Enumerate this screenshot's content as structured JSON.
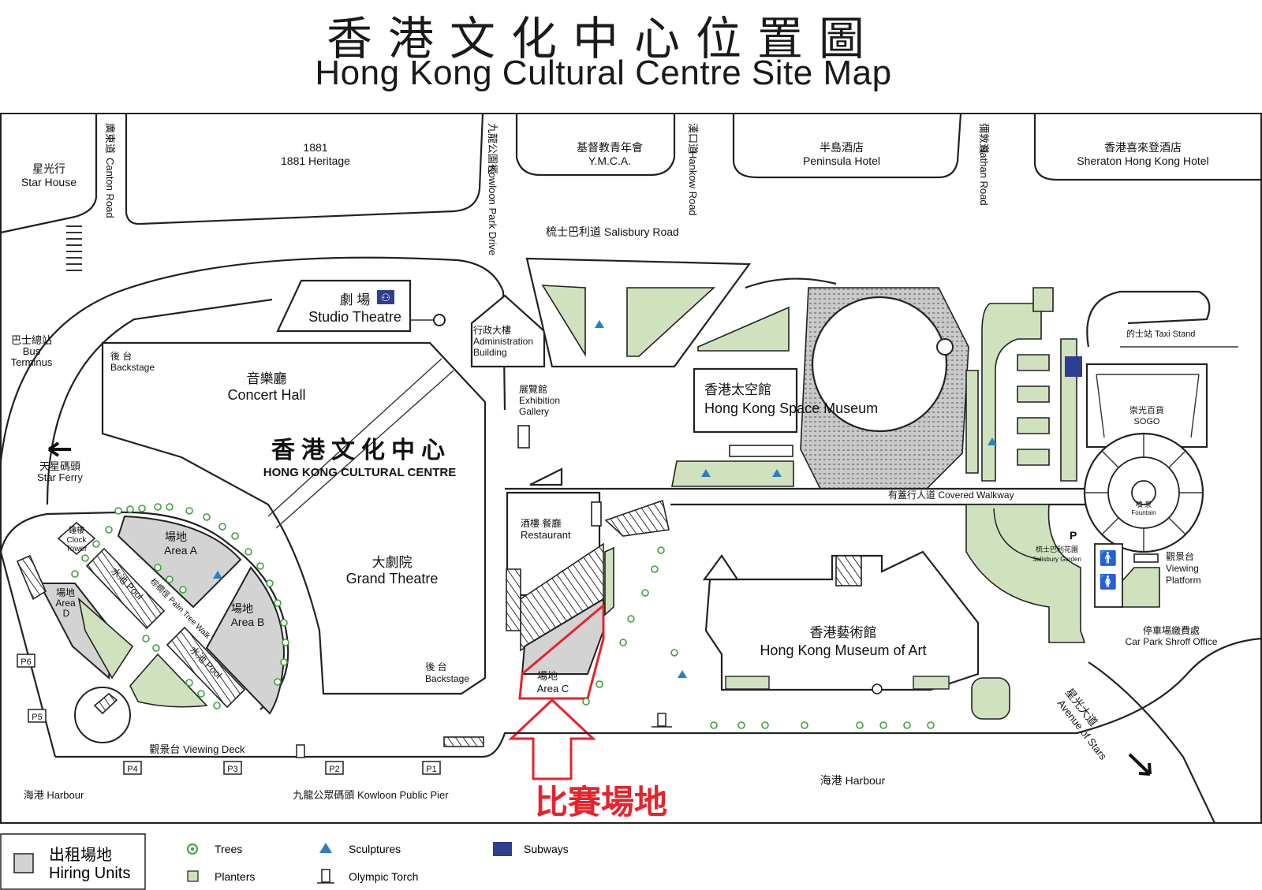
{
  "header": {
    "title_zh": "香港文化中心位置圖",
    "title_en": "Hong Kong Cultural Centre Site Map"
  },
  "map": {
    "roads": {
      "canton_zh": "廣東道",
      "canton_en": "Canton Road",
      "kowloon_park_zh": "九龍公園徑",
      "kowloon_park_en": "Kowloon Park Drive",
      "hankow_zh": "漢口道",
      "hankow_en": "Hankow Road",
      "nathan_zh": "彌敦道",
      "nathan_en": "Nathan Road",
      "salisbury": "梳士巴利道 Salisbury Road",
      "covered_walkway": "有蓋行人道 Covered Walkway",
      "avenue_zh": "星光大道",
      "avenue_en": "Avenue of Stars"
    },
    "buildings": {
      "star_house_zh": "星光行",
      "star_house_en": "Star House",
      "heritage_num": "1881",
      "heritage_en": "1881 Heritage",
      "ymca_zh": "基督教青年會",
      "ymca_en": "Y.M.C.A.",
      "peninsula_zh": "半島酒店",
      "peninsula_en": "Peninsula Hotel",
      "sheraton_zh": "香港喜來登酒店",
      "sheraton_en": "Sheraton Hong Kong Hotel",
      "bus_zh": "巴士總站",
      "bus_en1": "Bus",
      "bus_en2": "Terminus",
      "studio_zh": "劇 場",
      "studio_en": "Studio Theatre",
      "admin_zh": "行政大樓",
      "admin_en1": "Administration",
      "admin_en2": "Building",
      "backstage1_zh": "後 台",
      "backstage1_en": "Backstage",
      "concert_zh": "音樂廳",
      "concert_en": "Concert Hall",
      "hkcc_zh": "香港文化中心",
      "hkcc_en": "HONG KONG CULTURAL CENTRE",
      "exhibition_zh": "展覽館",
      "exhibition_en1": "Exhibition",
      "exhibition_en2": "Gallery",
      "space_zh": "香港太空館",
      "space_en": "Hong Kong Space Museum",
      "taxi": "的士站 Taxi Stand",
      "sogo_zh": "崇光百貨",
      "sogo_en": "SOGO",
      "star_ferry_zh": "天星碼頭",
      "star_ferry_en": "Star Ferry",
      "clock_zh": "鐘樓",
      "clock_en1": "Clock",
      "clock_en2": "Tower",
      "restaurant_zh": "酒樓 餐廳",
      "restaurant_en": "Restaurant",
      "fountain_zh": "噴 泉",
      "fountain_en": "Fountain",
      "salisbury_garden_zh": "梳士巴利花園",
      "salisbury_garden_en": "Salisbury Garden",
      "parking_sign": "P",
      "viewing_platform_zh": "觀景台",
      "viewing_platform_en1": "Viewing",
      "viewing_platform_en2": "Platform",
      "grand_zh": "大劇院",
      "grand_en": "Grand Theatre",
      "backstage2_zh": "後 台",
      "backstage2_en": "Backstage",
      "museum_art_zh": "香港藝術館",
      "museum_art_en": "Hong Kong Museum of Art",
      "car_park_zh": "停車場繳費處",
      "car_park_en": "Car Park Shroff Office",
      "viewing_deck": "觀景台 Viewing Deck",
      "public_pier": "九龍公眾碼頭 Kowloon Public Pier",
      "harbour_left": "海港 Harbour",
      "harbour_right": "海港 Harbour"
    },
    "areas": {
      "a_zh": "場地",
      "a_en": "Area A",
      "b_zh": "場地",
      "b_en": "Area B",
      "c_zh": "場地",
      "c_en": "Area C",
      "d_zh": "場地",
      "d_en1": "Area",
      "d_en2": "D",
      "pool1": "水池 Pool",
      "pool2": "水池 Pool",
      "palm": "棕櫚徑 Palm Tree Walk"
    },
    "piers": [
      "P1",
      "P2",
      "P3",
      "P4",
      "P5",
      "P6"
    ],
    "venue_callout": "比賽場地",
    "accent_color": "#e8222a",
    "hiring_unit_color": "#d3d3d3",
    "planter_color": "#cfe2bd",
    "tree_color": "#3aa23c",
    "sculpture_color": "#2b7fc4",
    "subway_color": "#2e3f8f"
  },
  "legend": {
    "hiring_zh": "出租場地",
    "hiring_en": "Hiring Units",
    "items": [
      {
        "icon": "tree-icon",
        "label": "Trees"
      },
      {
        "icon": "planter-icon",
        "label": "Planters"
      },
      {
        "icon": "sculpture-icon",
        "label": "Sculptures"
      },
      {
        "icon": "olympic-torch-icon",
        "label": "Olympic Torch"
      },
      {
        "icon": "subway-icon",
        "label": "Subways"
      }
    ]
  }
}
